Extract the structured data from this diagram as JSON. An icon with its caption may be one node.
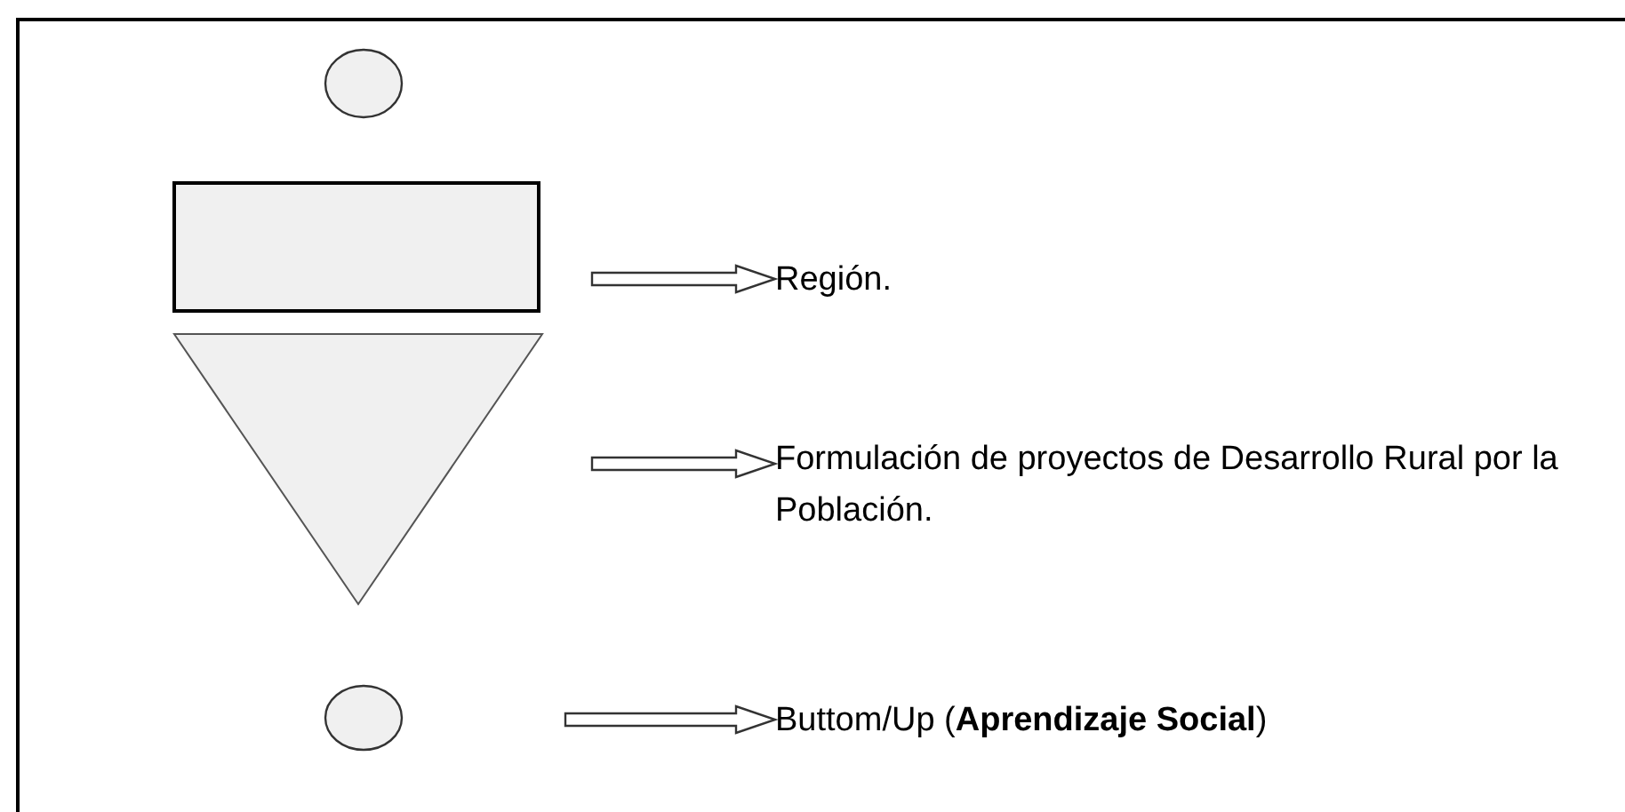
{
  "diagram": {
    "nodes": [
      {
        "text": [],
        "shape": "circle"
      },
      {
        "text": [],
        "shape": "box"
      },
      {
        "text": [],
        "shape": "triangle"
      },
      {
        "text": [],
        "shape": "circle"
      },
      {
        "text": [
          "Región."
        ]
      },
      {
        "text": [
          "Formulación de proyectos de Desarrollo Rural por la Población."
        ]
      },
      {
        "text": [
          "Buttom/Up (**Aprendizaje Social**)"
        ]
      }
    ],
    "edges": [
      {
        "from": null,
        "to": 4,
        "arrow": "to"
      },
      {
        "from": null,
        "to": 5,
        "arrow": "to"
      },
      {
        "from": null,
        "to": 6,
        "arrow": "to"
      }
    ]
  }
}
